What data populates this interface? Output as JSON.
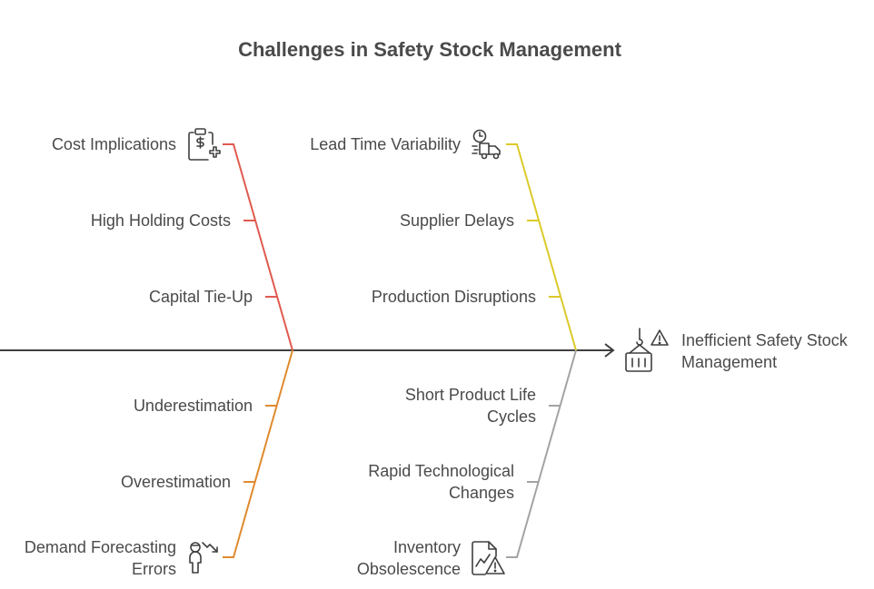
{
  "title": "Challenges in Safety Stock Management",
  "effect": {
    "line1": "Inefficient Safety Stock",
    "line2": "Management",
    "icon": "hook-crate-warning-icon"
  },
  "categories": [
    {
      "id": "cost",
      "label": "Cost Implications",
      "icon": "clipboard-dollar-plus-icon",
      "color": "#e05a4f",
      "causes": [
        "High Holding Costs",
        "Capital Tie-Up"
      ]
    },
    {
      "id": "lead",
      "label": "Lead Time Variability",
      "icon": "clock-truck-icon",
      "color": "#dcc92a",
      "causes": [
        "Supplier Delays",
        "Production Disruptions"
      ]
    },
    {
      "id": "demand",
      "label_line1": "Demand Forecasting",
      "label_line2": "Errors",
      "icon": "person-trend-down-icon",
      "color": "#e08a2e",
      "causes": [
        "Underestimation",
        "Overestimation"
      ]
    },
    {
      "id": "inventory",
      "label_line1": "Inventory",
      "label_line2": "Obsolescence",
      "icon": "document-chart-warning-icon",
      "color": "#a3a3a3",
      "causes": [
        {
          "line1": "Short Product Life",
          "line2": "Cycles"
        },
        {
          "line1": "Rapid Technological",
          "line2": "Changes"
        }
      ]
    }
  ]
}
